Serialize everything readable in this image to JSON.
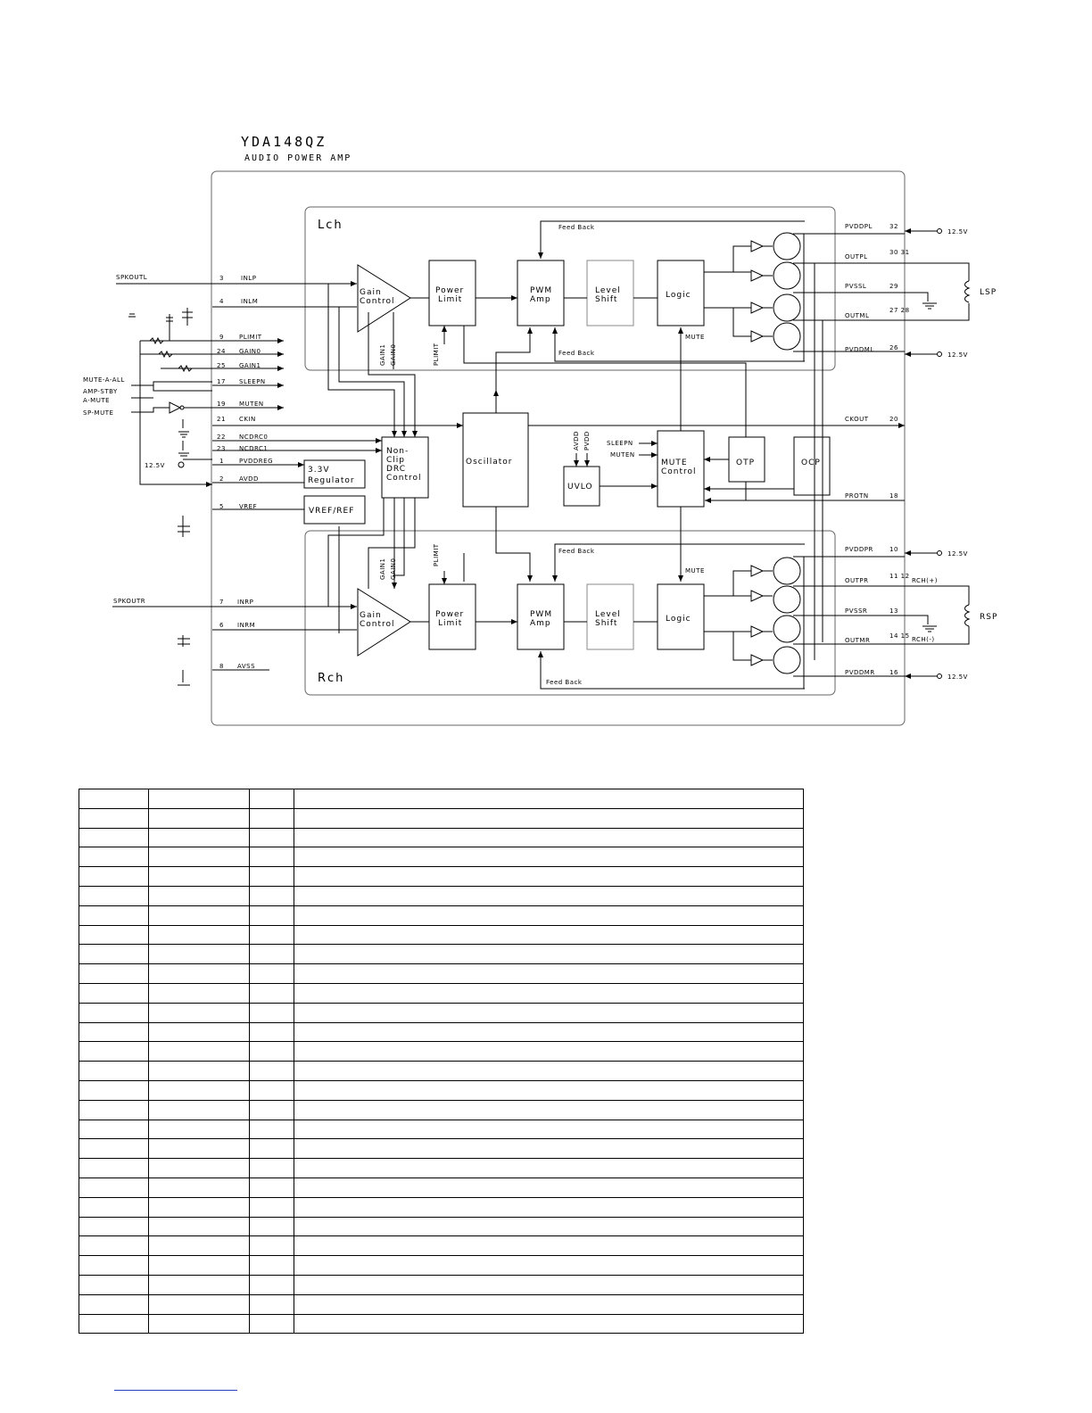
{
  "diagram": {
    "title": "YDA148QZ",
    "subtitle": "AUDIO POWER AMP",
    "channels": {
      "left": "Lch",
      "right": "Rch"
    },
    "blocks": {
      "gain_control": [
        "Gain",
        "Control"
      ],
      "power_limit": [
        "Power",
        "Limit"
      ],
      "pwm_amp": [
        "PWM",
        "Amp"
      ],
      "level_shift": [
        "Level",
        "Shift"
      ],
      "logic": "Logic",
      "oscillator": "Oscillator",
      "nonclip": [
        "Non-",
        "Clip",
        "DRC",
        "Control"
      ],
      "uvlo": "UVLO",
      "mute_control": [
        "MUTE",
        "Control"
      ],
      "otp": "OTP",
      "ocp": "OCP",
      "regulator": [
        "3.3V",
        "Regulator"
      ],
      "vref": "VREF/REF"
    },
    "feedback_label": "Feed Back",
    "mute_label": "MUTE",
    "internal_labels": {
      "gain1": "GAIN1",
      "gain0": "GAIN0",
      "plimit": "PLIMIT",
      "avdd": "AVDD",
      "pvdd": "PVDD",
      "sleepn": "SLEEPN",
      "muten": "MUTEN"
    },
    "external_signals": {
      "spkoutl": "SPKOUTL",
      "spkoutr": "SPKOUTR",
      "mute_a_all": "MUTE-A-ALL",
      "amp_stby": "AMP-STBY",
      "a_mute": "A-MUTE",
      "sp_mute": "SP-MUTE",
      "supply_in": "12.5V",
      "lsp": "LSP",
      "rsp": "RSP",
      "rch_plus": "RCH(+)",
      "rch_minus": "RCH(-)"
    },
    "supply": "12.5V",
    "left_pins": [
      {
        "num": "3",
        "name": "INLP"
      },
      {
        "num": "4",
        "name": "INLM"
      },
      {
        "num": "9",
        "name": "PLIMIT"
      },
      {
        "num": "24",
        "name": "GAIN0"
      },
      {
        "num": "25",
        "name": "GAIN1"
      },
      {
        "num": "17",
        "name": "SLEEPN"
      },
      {
        "num": "19",
        "name": "MUTEN"
      },
      {
        "num": "21",
        "name": "CKIN"
      },
      {
        "num": "22",
        "name": "NCDRC0"
      },
      {
        "num": "23",
        "name": "NCDRC1"
      },
      {
        "num": "1",
        "name": "PVDDREG"
      },
      {
        "num": "2",
        "name": "AVDD"
      },
      {
        "num": "5",
        "name": "VREF"
      },
      {
        "num": "7",
        "name": "INRP"
      },
      {
        "num": "6",
        "name": "INRM"
      },
      {
        "num": "8",
        "name": "AVSS"
      }
    ],
    "right_pins": [
      {
        "num": "32",
        "name": "PVDDPL"
      },
      {
        "num": "30 31",
        "name": "OUTPL"
      },
      {
        "num": "29",
        "name": "PVSSL"
      },
      {
        "num": "27 28",
        "name": "OUTML"
      },
      {
        "num": "26",
        "name": "PVDDML"
      },
      {
        "num": "20",
        "name": "CKOUT"
      },
      {
        "num": "18",
        "name": "PROTN"
      },
      {
        "num": "10",
        "name": "PVDDPR"
      },
      {
        "num": "11 12",
        "name": "OUTPR"
      },
      {
        "num": "13",
        "name": "PVSSR"
      },
      {
        "num": "14 15",
        "name": "OUTMR"
      },
      {
        "num": "16",
        "name": "PVDDMR"
      }
    ]
  },
  "pin_table": {
    "rows": 28,
    "columns": 4
  }
}
